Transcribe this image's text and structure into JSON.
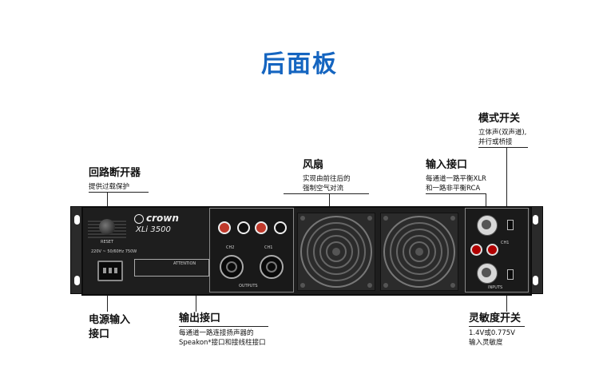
{
  "title": "后面板",
  "labels": {
    "breaker": {
      "heading": "回路断开器",
      "desc": "提供过载保护"
    },
    "fan": {
      "heading": "风扇",
      "desc_line1": "实现由前往后的",
      "desc_line2": "强制空气对流"
    },
    "input": {
      "heading": "输入接口",
      "desc_line1": "每通道一路平衡XLR",
      "desc_line2": "和一路非平衡RCA"
    },
    "mode": {
      "heading": "模式开关",
      "desc_line1": "立体声(双声道),",
      "desc_line2": "并行或桥接"
    },
    "power": {
      "heading_line1": "电源输入",
      "heading_line2": "接口"
    },
    "output": {
      "heading": "输出接口",
      "desc_line1": "每通道一路连接扬声器的",
      "desc_line2": "Speakon*接口和接线柱接口"
    },
    "sensitivity": {
      "heading": "灵敏度开关",
      "desc_line1": "1.4V或0.775V",
      "desc_line2": "输入灵敏度"
    }
  },
  "device": {
    "brand": "crown",
    "model": "XLi 3500",
    "reset": "RESET",
    "voltage": "220V ~ 50/60Hz 750W",
    "attention": "ATTENTION",
    "outputs_caption": "OUTPUTS",
    "inputs_caption": "INPUTS",
    "ch1": "CH1",
    "ch2": "CH2"
  }
}
